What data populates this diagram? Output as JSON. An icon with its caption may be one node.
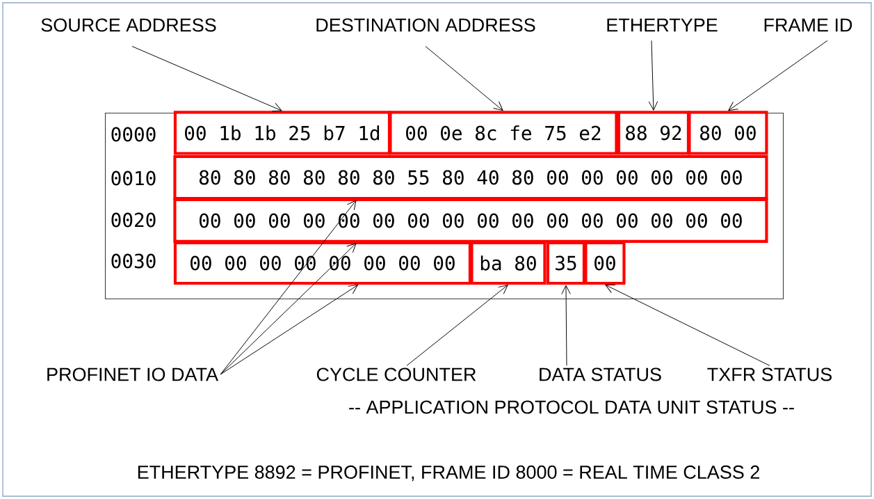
{
  "diagram": {
    "nodes": [
      {
        "text": [
          "0000",
          "0010",
          "0020",
          "0030"
        ]
      },
      {
        "text": [
          "00 1b 1b 25 b7 1d"
        ],
        "in": 0
      },
      {
        "text": [
          "00 0e 8c fe 75 e2"
        ],
        "in": 0
      },
      {
        "text": [
          "88 92"
        ],
        "in": 0
      },
      {
        "text": [
          "80 00"
        ],
        "in": 0
      },
      {
        "text": [
          "80 80 80 80 80 80 55 80 40 80 00 00 00 00 00 00"
        ],
        "in": 0
      },
      {
        "text": [
          "00 00 00 00 00 00 00 00 00 00 00 00 00 00 00 00"
        ],
        "in": 0
      },
      {
        "text": [
          "00 00 00 00 00 00 00 00"
        ],
        "in": 0
      },
      {
        "text": [
          "ba 80"
        ],
        "in": 0
      },
      {
        "text": [
          "35"
        ],
        "in": 0
      },
      {
        "text": [
          "00"
        ],
        "in": 0
      },
      {
        "text": [
          "SOURCE ADDRESS"
        ]
      },
      {
        "text": [
          "DESTINATION ADDRESS"
        ]
      },
      {
        "text": [
          "ETHERTYPE"
        ]
      },
      {
        "text": [
          "FRAME ID"
        ]
      },
      {
        "text": [
          "PROFINET IO DATA"
        ]
      },
      {
        "text": [
          "CYCLE COUNTER"
        ]
      },
      {
        "text": [
          "DATA STATUS"
        ]
      },
      {
        "text": [
          "TXFR STATUS"
        ]
      }
    ],
    "edges": [
      {
        "from": 11,
        "to": 1,
        "arrow": "to"
      },
      {
        "from": 12,
        "to": 2,
        "arrow": "to"
      },
      {
        "from": 13,
        "to": 3,
        "arrow": "to"
      },
      {
        "from": 14,
        "to": 4,
        "arrow": "to"
      },
      {
        "from": 15,
        "to": 5,
        "arrow": "to"
      },
      {
        "from": 15,
        "to": 6,
        "arrow": "to"
      },
      {
        "from": 15,
        "to": 7,
        "arrow": "to"
      },
      {
        "from": 16,
        "to": 8,
        "arrow": "to"
      },
      {
        "from": 17,
        "to": 9,
        "arrow": "to"
      },
      {
        "from": 18,
        "to": 10,
        "arrow": "to"
      }
    ],
    "labels": [
      "-- APPLICATION PROTOCOL DATA UNIT STATUS --",
      "ETHERTYPE 8892 = PROFINET, FRAME ID 8000 = REAL TIME CLASS 2"
    ]
  }
}
